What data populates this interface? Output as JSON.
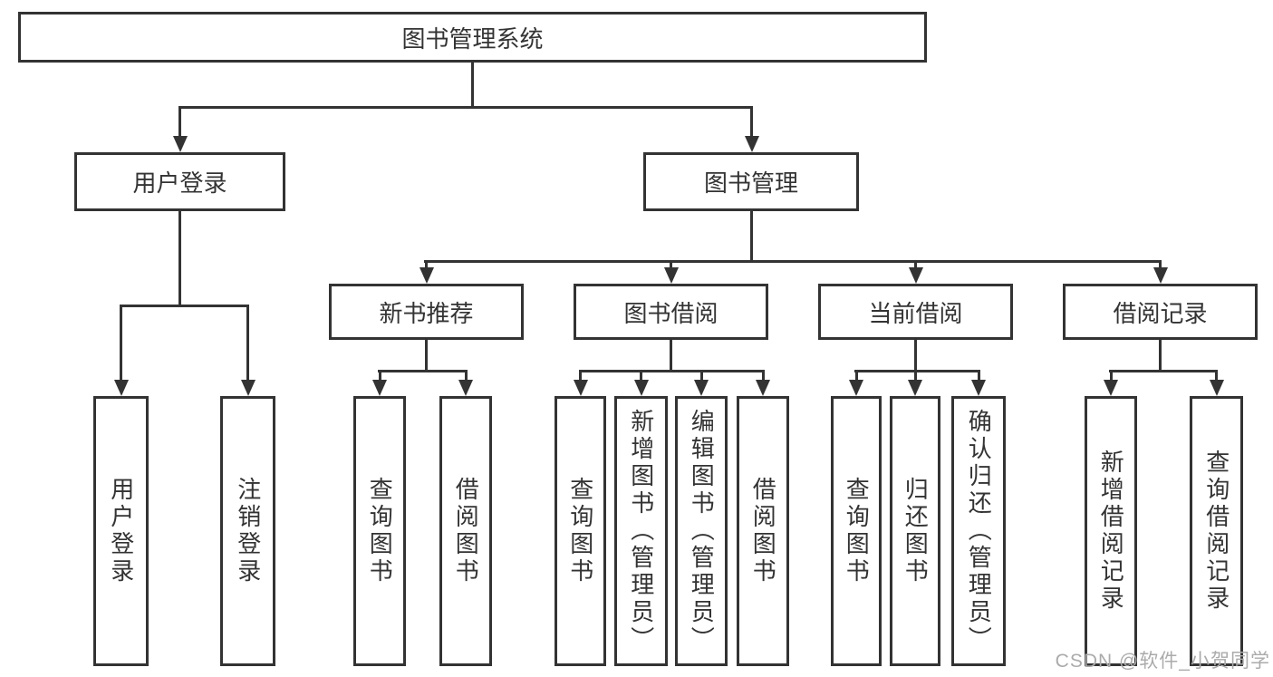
{
  "diagram": {
    "root": {
      "label": "图书管理系统"
    },
    "branches": [
      {
        "label": "用户登录",
        "children": [
          {
            "label": "用户登录"
          },
          {
            "label": "注销登录"
          }
        ]
      },
      {
        "label": "图书管理",
        "groups": [
          {
            "label": "新书推荐",
            "children": [
              {
                "label": "查询图书"
              },
              {
                "label": "借阅图书"
              }
            ]
          },
          {
            "label": "图书借阅",
            "children": [
              {
                "label": "查询图书"
              },
              {
                "label": "新增图书（管理员）"
              },
              {
                "label": "编辑图书（管理员）"
              },
              {
                "label": "借阅图书"
              }
            ]
          },
          {
            "label": "当前借阅",
            "children": [
              {
                "label": "查询图书"
              },
              {
                "label": "归还图书"
              },
              {
                "label": "确认归还（管理员）"
              }
            ]
          },
          {
            "label": "借阅记录",
            "children": [
              {
                "label": "新增借阅记录"
              },
              {
                "label": "查询借阅记录"
              }
            ]
          }
        ]
      }
    ]
  },
  "watermark": {
    "text": "CSDN @软件_小贺同学"
  },
  "colors": {
    "line": "#333333",
    "text": "#333333",
    "wm": "#ababab",
    "bg": "#ffffff"
  }
}
